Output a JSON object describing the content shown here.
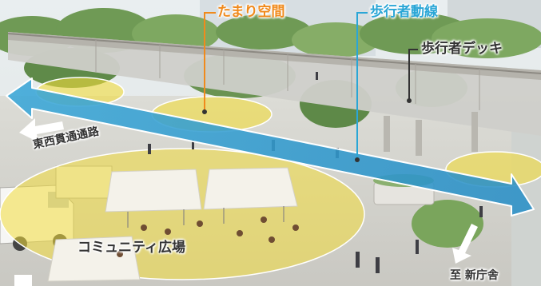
{
  "labels": {
    "tamari": "たまり空間",
    "pedestrian_flow": "歩行者動線",
    "deck": "歩行者デッキ",
    "east_west_passage": "東西貫通通路",
    "community_plaza": "コミュニティ広場",
    "to_new_office": "至 新庁舎"
  },
  "legend_colors": {
    "tamari": "#f08a1c",
    "pedestrian_flow": "#2aa6d6",
    "plaza_fill": "#f2dc3c",
    "deck_line": "#333333"
  }
}
